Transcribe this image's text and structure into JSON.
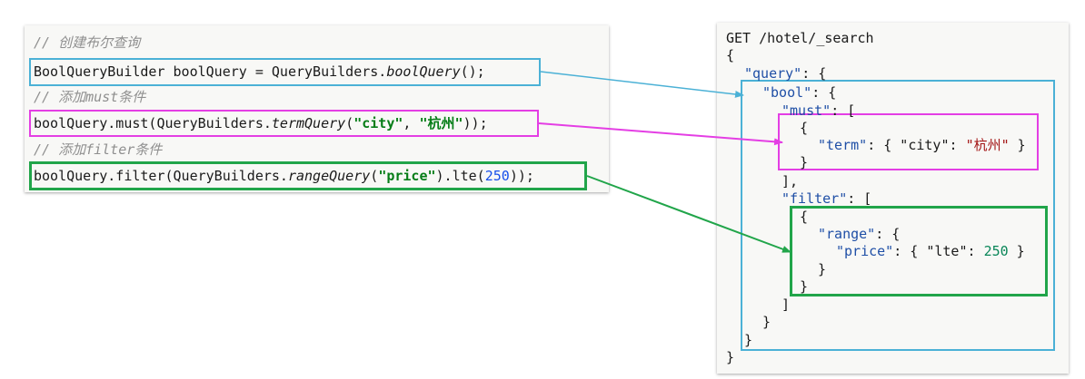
{
  "left": {
    "comment1": "// 创建布尔查询",
    "line1": {
      "prefix": "BoolQueryBuilder boolQuery = QueryBuilders.",
      "method": "boolQuery",
      "suffix": "();"
    },
    "comment2": "// 添加must条件",
    "line2": {
      "prefix": "boolQuery.must(QueryBuilders.",
      "method": "termQuery",
      "open": "(",
      "str1": "\"city\"",
      "sep": ", ",
      "str2": "\"杭州\"",
      "close": "));"
    },
    "comment3": "// 添加filter条件",
    "line3": {
      "prefix": "boolQuery.filter(QueryBuilders.",
      "method": "rangeQuery",
      "open": "(",
      "str1": "\"price\"",
      "mid": ").lte(",
      "num": "250",
      "close": "));"
    }
  },
  "right": {
    "line1": "GET /hotel/_search",
    "line2": "{",
    "query_key": "\"query\"",
    "query_rest": ": {",
    "bool_key": "\"bool\"",
    "bool_rest": ": {",
    "must_key": "\"must\"",
    "must_rest": ": [",
    "brace_open_1": "{",
    "term_key": "\"term\"",
    "term_mid": ": { \"city\": ",
    "term_val": "\"杭州\"",
    "term_end": " }",
    "brace_close_1": "}",
    "bracket_close_1": "],",
    "filter_key": "\"filter\"",
    "filter_rest": ": [",
    "brace_open_2": "{",
    "range_key": "\"range\"",
    "range_rest": ": {",
    "price_key": "\"price\"",
    "price_mid": ": { \"lte\": ",
    "price_val": "250",
    "price_end": " }",
    "range_close": "}",
    "brace_close_2": "}",
    "bracket_close_2": "]",
    "bool_close": "}",
    "query_close": "}",
    "root_close": "}"
  },
  "colors": {
    "blue_box": "#4bb1d6",
    "magenta_box": "#e43ee4",
    "green_box": "#21a54a",
    "string_green": "#067d17",
    "number_blue": "#1750eb",
    "json_key_blue": "#1f4fa6",
    "json_string_red": "#a31515",
    "json_number_green": "#098658"
  }
}
